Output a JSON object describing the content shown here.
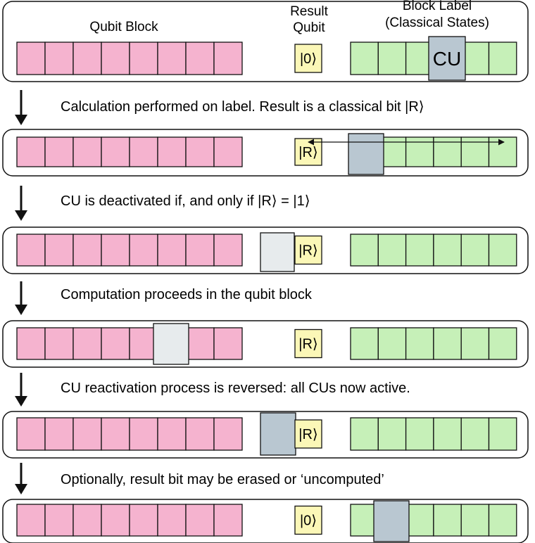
{
  "headers": {
    "qubit_block": "Qubit Block",
    "result_line1": "Result",
    "result_line2": "Qubit",
    "label_line1": "Block Label",
    "label_line2": "(Classical States)"
  },
  "cu_text": "CU",
  "colors": {
    "qubit_cell": "#f5b3cf",
    "label_cell": "#c6f0b8",
    "result_cell": "#fbf7b7",
    "cu_active": "#b9c7d1",
    "cu_inactive": "#e7ebed",
    "border": "#111111"
  },
  "steps": [
    {
      "caption": "Calculation performed on label. Result is a classical bit |R⟩"
    },
    {
      "caption": "CU is deactivated if, and only if  |R⟩ = |1⟩"
    },
    {
      "caption": "Computation proceeds in the qubit block"
    },
    {
      "caption": "CU reactivation process is reversed: all CUs now active."
    },
    {
      "caption": "Optionally, result bit may be erased or ‘uncomputed’"
    }
  ],
  "panels": [
    {
      "result": "|0⟩",
      "cu_state": "active",
      "cu_location": "label",
      "cu_label_shown": true,
      "scan_arrow": false
    },
    {
      "result": "|R⟩",
      "cu_state": "active",
      "cu_location": "label",
      "cu_label_shown": false,
      "scan_arrow": true
    },
    {
      "result": "|R⟩",
      "cu_state": "inactive",
      "cu_location": "result",
      "cu_label_shown": false,
      "scan_arrow": false
    },
    {
      "result": "|R⟩",
      "cu_state": "inactive",
      "cu_location": "qubit",
      "cu_label_shown": false,
      "scan_arrow": false
    },
    {
      "result": "|R⟩",
      "cu_state": "active",
      "cu_location": "result",
      "cu_label_shown": false,
      "scan_arrow": false
    },
    {
      "result": "|0⟩",
      "cu_state": "active",
      "cu_location": "label",
      "cu_label_shown": false,
      "scan_arrow": false
    }
  ]
}
